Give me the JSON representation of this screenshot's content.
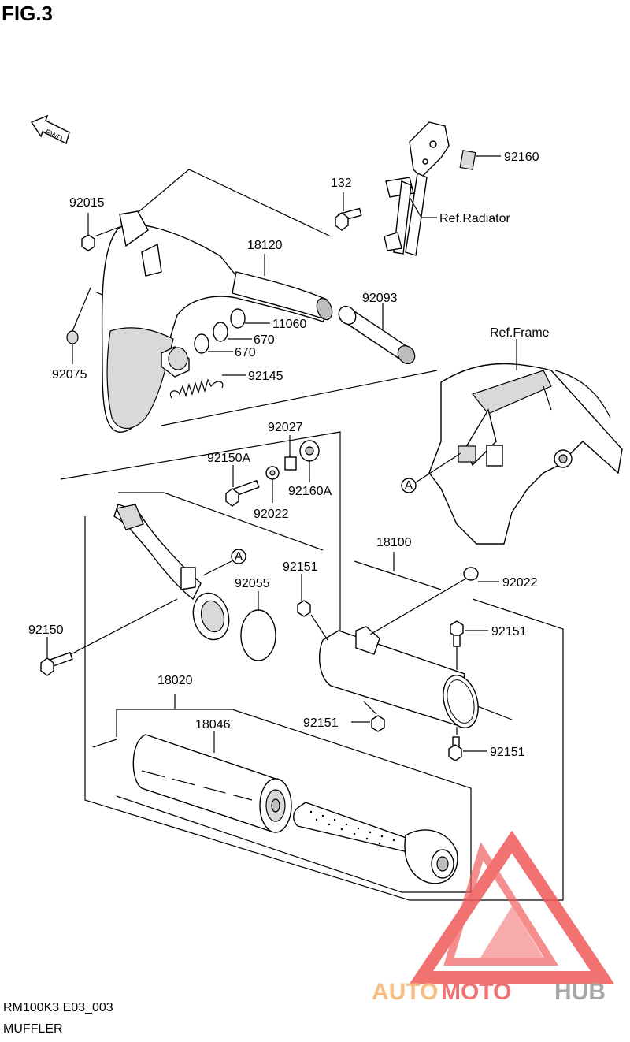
{
  "figure": {
    "title": "FIG.3"
  },
  "footer": {
    "code": "RM100K3 E03_003",
    "name": "MUFFLER"
  },
  "direction_marker": {
    "label": "FWD"
  },
  "references": {
    "radiator": "Ref.Radiator",
    "frame": "Ref.Frame"
  },
  "callouts": {
    "detail_a": "A"
  },
  "parts": {
    "p92160": "92160",
    "p132": "132",
    "p92015": "92015",
    "p18120": "18120",
    "p92093": "92093",
    "p11060": "11060",
    "p670a": "670",
    "p670b": "670",
    "p92075": "92075",
    "p92145": "92145",
    "p92027": "92027",
    "p92150A": "92150A",
    "p92160A": "92160A",
    "p92022a": "92022",
    "p18100": "18100",
    "p92151a": "92151",
    "p92055": "92055",
    "p92022b": "92022",
    "p92150": "92150",
    "p92151b": "92151",
    "p18020": "18020",
    "p18046": "18046",
    "p92151c": "92151",
    "p92151d": "92151"
  },
  "watermark": {
    "text_part1": "AUTO",
    "text_part2": "MOTO",
    "text_part3": "HUB"
  },
  "colors": {
    "watermark_red": "#f05a5a",
    "watermark_orange": "#f7b26b",
    "watermark_gray": "#9a9a9a",
    "line": "#000000"
  }
}
